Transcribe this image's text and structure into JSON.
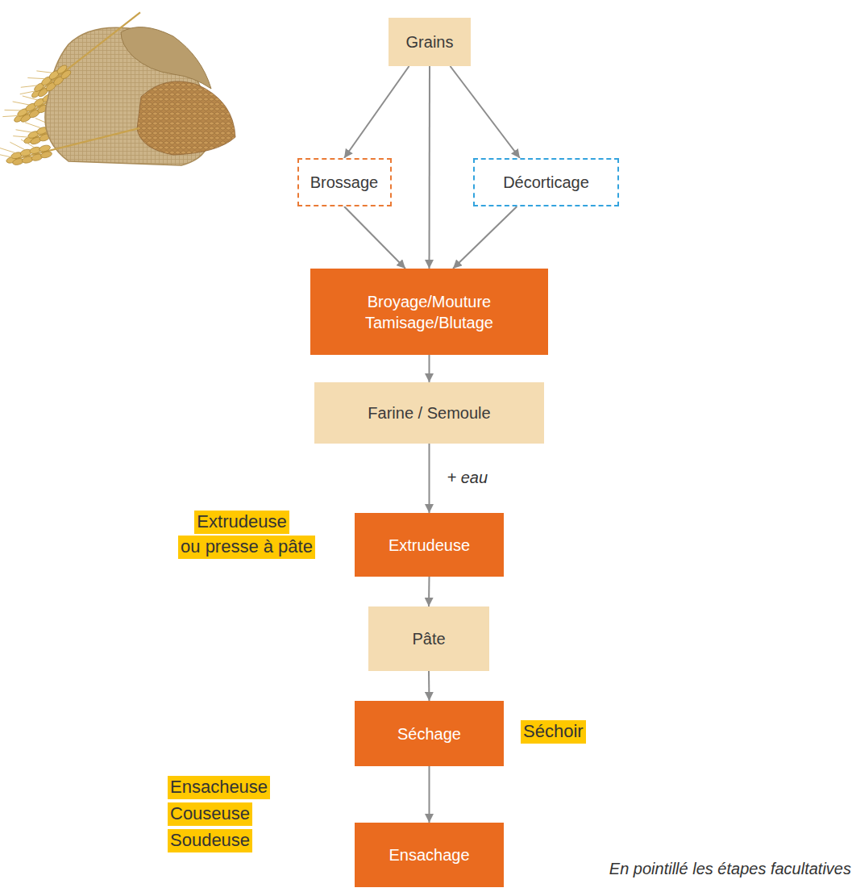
{
  "diagram": {
    "nodes": [
      {
        "text": [
          "Grains"
        ]
      },
      {
        "text": [
          "Brossage"
        ]
      },
      {
        "text": [
          "Décorticage"
        ]
      },
      {
        "text": [
          "Broyage/Mouture Tamisage/Blutage"
        ]
      },
      {
        "text": [
          "Farine / Semoule"
        ]
      },
      {
        "text": [
          "Extrudeuse"
        ]
      },
      {
        "text": [
          "Pâte"
        ]
      },
      {
        "text": [
          "Séchage"
        ]
      },
      {
        "text": [
          "Ensachage"
        ]
      }
    ],
    "edges": [
      {
        "from": 0,
        "to": 1,
        "arrow": "to"
      },
      {
        "from": 0,
        "to": 3,
        "arrow": "to"
      },
      {
        "from": 0,
        "to": 2,
        "arrow": "to"
      },
      {
        "from": 1,
        "to": 3,
        "arrow": "to"
      },
      {
        "from": 2,
        "to": 3,
        "arrow": "to"
      },
      {
        "from": 3,
        "to": 4,
        "arrow": "to"
      },
      {
        "from": 4,
        "to": 5,
        "label": "+ eau",
        "arrow": "to"
      },
      {
        "from": 5,
        "to": 6,
        "arrow": "to"
      },
      {
        "from": 6,
        "to": 7,
        "arrow": "to"
      },
      {
        "from": 7,
        "to": 8,
        "arrow": "to"
      }
    ],
    "labels": [
      "Extrudeuse",
      "ou presse à pâte",
      "Séchoir",
      "Ensacheuse",
      "Couseuse",
      "Soudeuse",
      "En pointillé les étapes facultatives"
    ]
  }
}
